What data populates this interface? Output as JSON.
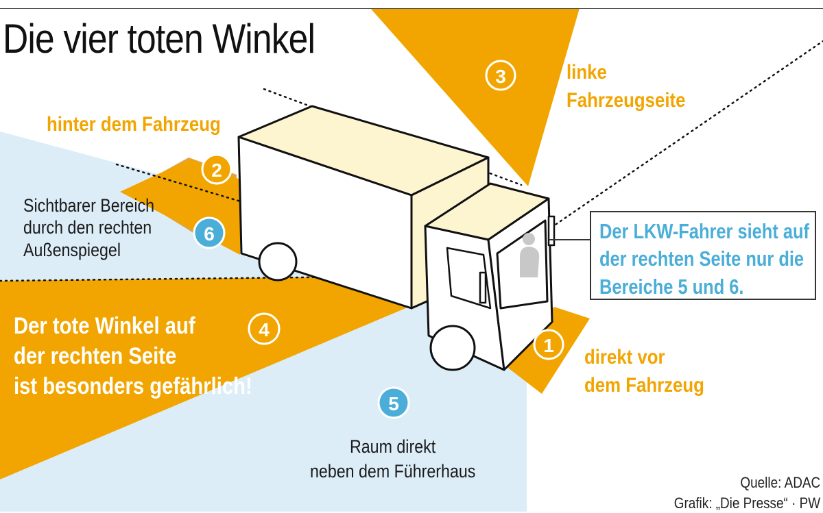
{
  "title": "Die vier toten Winkel",
  "zones": [
    {
      "number": "1",
      "label": "direkt vor dem Fahrzeug",
      "lines": [
        "direkt vor",
        "dem Fahrzeug"
      ],
      "kind": "blind"
    },
    {
      "number": "2",
      "label": "hinter dem Fahrzeug",
      "lines": [
        "hinter dem Fahrzeug"
      ],
      "kind": "blind"
    },
    {
      "number": "3",
      "label": "linke Fahrzeugseite",
      "lines": [
        "linke",
        "Fahrzeugseite"
      ],
      "kind": "blind"
    },
    {
      "number": "4",
      "label": "Der tote Winkel auf der rechten Seite ist besonders gefährlich!",
      "lines": [
        "Der tote Winkel auf",
        "der rechten Seite",
        "ist besonders gefährlich!"
      ],
      "kind": "blind"
    },
    {
      "number": "5",
      "label": "Raum direkt neben dem Führerhaus",
      "lines": [
        "Raum direkt",
        "neben dem Führerhaus"
      ],
      "kind": "visible"
    },
    {
      "number": "6",
      "label": "Sichtbarer Bereich durch den rechten Außenspiegel",
      "lines": [
        "Sichtbarer Bereich",
        "durch den rechten",
        "Außenspiegel"
      ],
      "kind": "visible"
    }
  ],
  "info_box": {
    "lines": [
      "Der LKW-Fahrer sieht auf",
      "der rechten Seite nur die",
      "Bereiche 5 und 6."
    ]
  },
  "source": {
    "line1": "Quelle: ADAC",
    "line2": "Grafik: „Die Presse“ · PW"
  },
  "colors": {
    "blind_zone": "#f2a500",
    "visible_zone": "#dcedf7",
    "accent_blue": "#4aaed8",
    "truck_top": "#fdf5d0",
    "truck_side": "#ffffff",
    "outline": "#111111"
  }
}
